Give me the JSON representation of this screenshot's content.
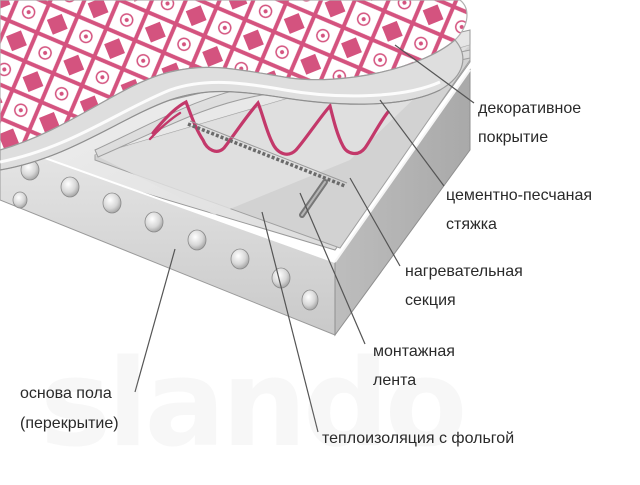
{
  "labels": {
    "decorative_1": "декоративное",
    "decorative_2": "покрытие",
    "screed_1": "цементно-песчаная",
    "screed_2": "стяжка",
    "heating_1": "нагревательная",
    "heating_2": "секция",
    "tape_1": "монтажная",
    "tape_2": "лента",
    "base_1": "основа пола",
    "base_2": "(перекрытие)",
    "insulation": "теплоизоляция с фольгой"
  },
  "watermark": "slando",
  "colors": {
    "tile_pattern": "#d4537f",
    "heating_cable": "#c3386a",
    "slab_face": "#dcdcdc",
    "leader_line": "#555555",
    "text": "#2a2a2a"
  }
}
